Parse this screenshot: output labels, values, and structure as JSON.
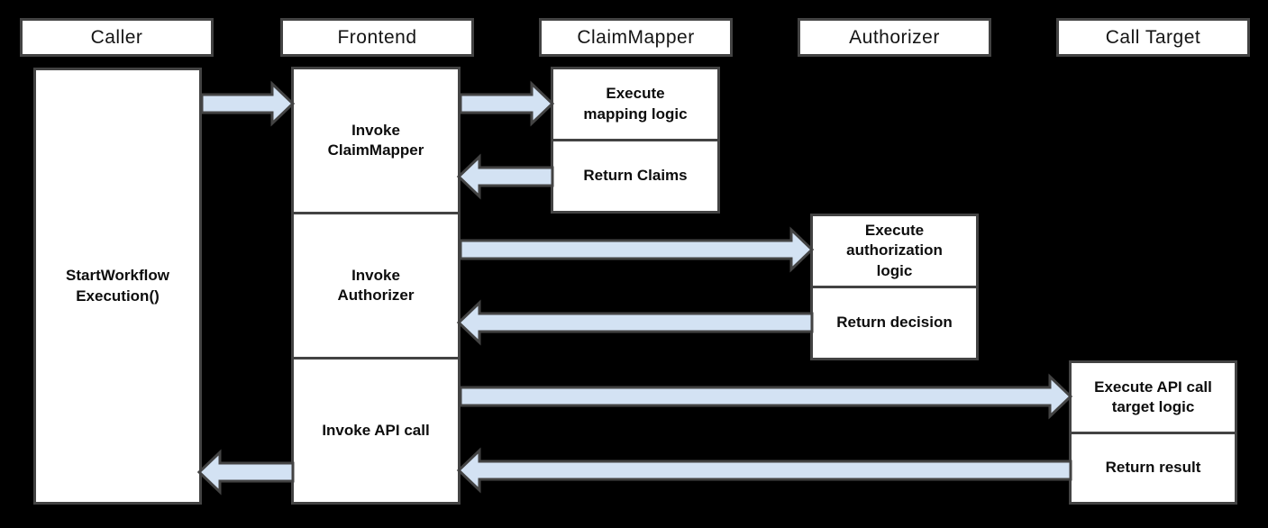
{
  "diagram": {
    "title": "Workflow execution sequence diagram",
    "background_color": "#000000",
    "box_fill": "#ffffff",
    "box_border_color": "#434343",
    "arrow_fill": "#d3e2f3",
    "arrow_border_color": "#434343"
  },
  "lifelines": [
    {
      "header": "Caller",
      "boxes": [
        "StartWorkflow\nExecution()"
      ]
    },
    {
      "header": "Frontend",
      "boxes": [
        "Invoke\nClaimMapper",
        "Invoke\nAuthorizer",
        "Invoke API call"
      ]
    },
    {
      "header": "ClaimMapper",
      "boxes": [
        "Execute\nmapping logic",
        "Return Claims"
      ]
    },
    {
      "header": "Authorizer",
      "boxes": [
        "Execute\nauthorization\nlogic",
        "Return decision"
      ]
    },
    {
      "header": "Call Target",
      "boxes": [
        "Execute API call\ntarget logic",
        "Return result"
      ]
    }
  ],
  "arrows": [
    {
      "from": "Caller",
      "to": "Frontend",
      "meaning": "StartWorkflowExecution() call"
    },
    {
      "from": "Frontend",
      "to": "ClaimMapper",
      "meaning": "Invoke ClaimMapper"
    },
    {
      "from": "ClaimMapper",
      "to": "Frontend",
      "meaning": "Return Claims"
    },
    {
      "from": "Frontend",
      "to": "Authorizer",
      "meaning": "Invoke Authorizer"
    },
    {
      "from": "Authorizer",
      "to": "Frontend",
      "meaning": "Return decision"
    },
    {
      "from": "Frontend",
      "to": "Call Target",
      "meaning": "Invoke API call"
    },
    {
      "from": "Call Target",
      "to": "Frontend",
      "meaning": "Return result"
    },
    {
      "from": "Frontend",
      "to": "Caller",
      "meaning": "Return result to caller"
    }
  ]
}
